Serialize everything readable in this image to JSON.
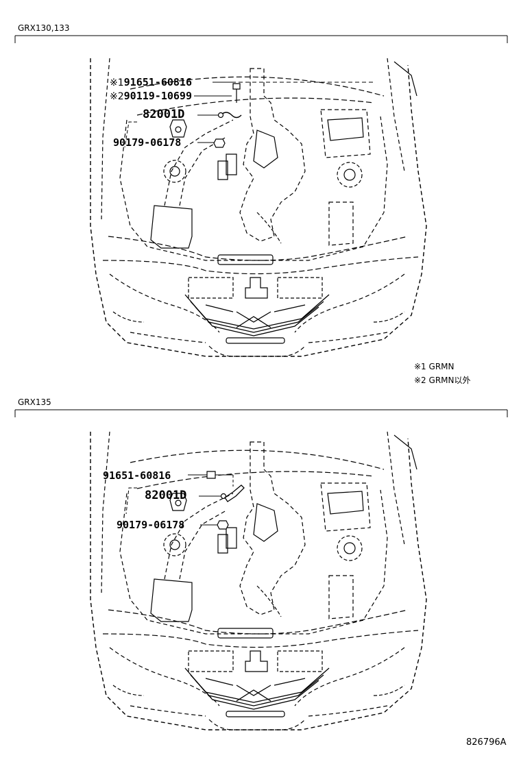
{
  "sections": [
    {
      "model": "GRX130,133",
      "parts": [
        {
          "mark": "※1",
          "number": "91651-60816"
        },
        {
          "mark": "※2",
          "number": "90119-10699"
        },
        {
          "mark": "",
          "number": "82001D"
        },
        {
          "mark": "",
          "number": "90179-06178"
        }
      ]
    },
    {
      "model": "GRX135",
      "parts": [
        {
          "mark": "",
          "number": "91651-60816"
        },
        {
          "mark": "",
          "number": "82001D"
        },
        {
          "mark": "",
          "number": "90179-06178"
        }
      ]
    }
  ],
  "notes": [
    {
      "mark": "※1",
      "text": "GRMN"
    },
    {
      "mark": "※2",
      "text": "GRMN以外"
    }
  ],
  "reference": "826796A"
}
